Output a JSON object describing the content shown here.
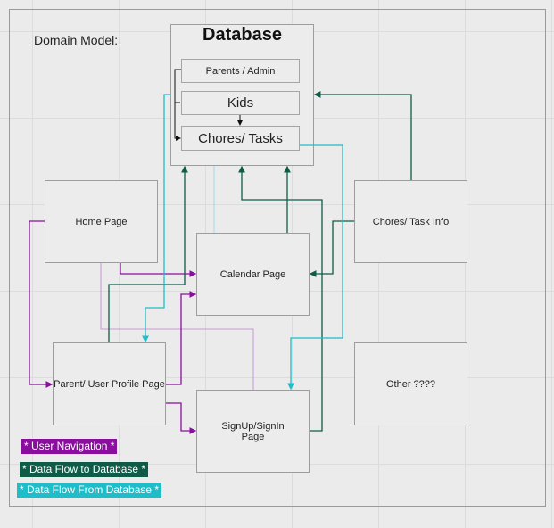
{
  "domain_label": "Domain Model:",
  "database": {
    "title": "Database",
    "entities": [
      "Parents / Admin",
      "Kids",
      "Chores/ Tasks"
    ]
  },
  "pages": {
    "home": "Home Page",
    "calendar": "Calendar Page",
    "chores_info": "Chores/ Task Info",
    "profile": "Parent/ User Profile Page",
    "signup": "SignUp/SignIn Page",
    "other": "Other ????"
  },
  "legend": {
    "user_navigation": "* User Navigation *",
    "flow_to_db": "* Data Flow to Database *",
    "flow_from_db": "* Data Flow From Database *"
  },
  "colors": {
    "user_navigation": "#8a0e9e",
    "flow_to_db": "#0e5c48",
    "flow_from_db": "#1fbcc9"
  }
}
